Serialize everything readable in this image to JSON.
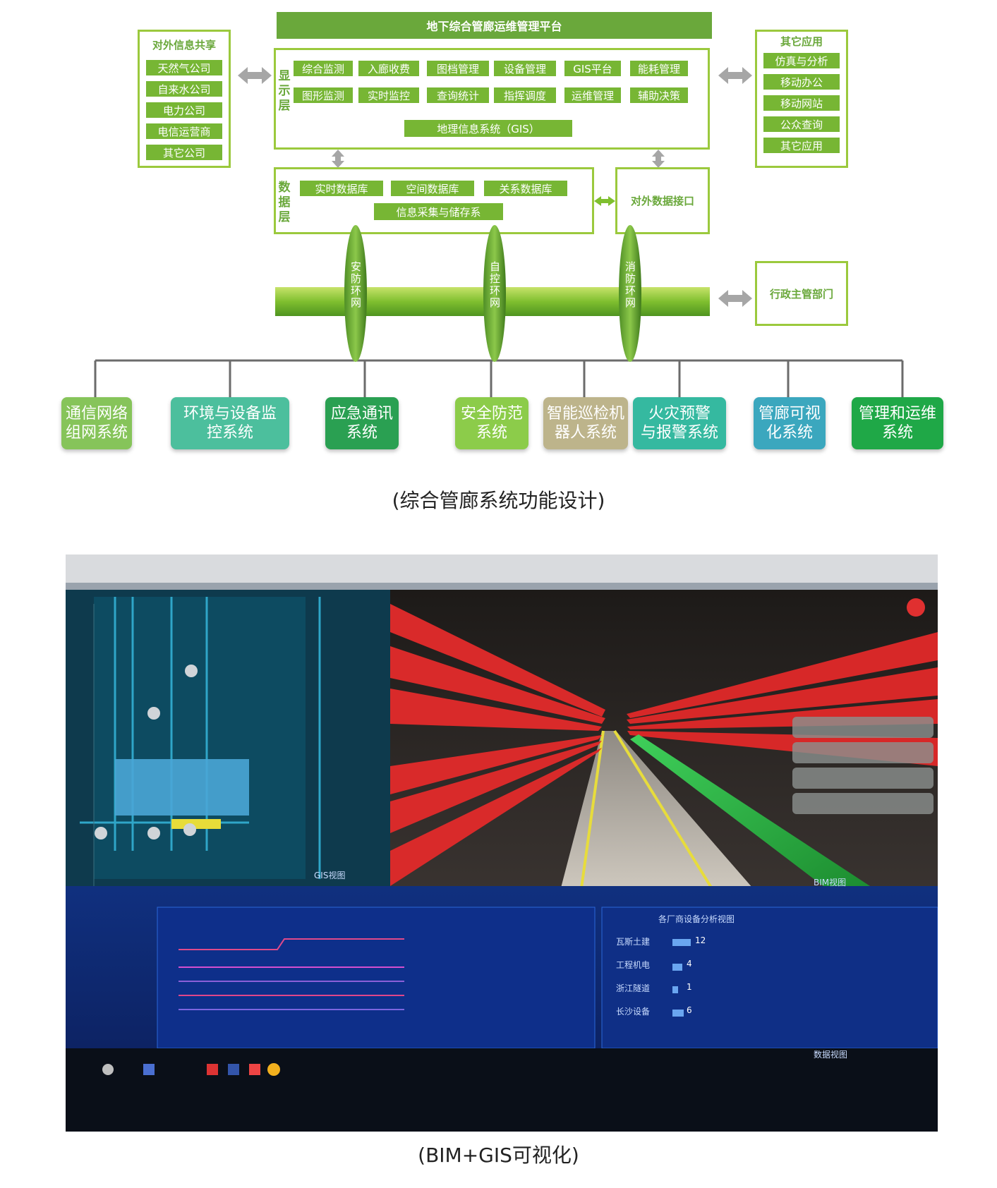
{
  "platform": {
    "title": "地下综合管廊运维管理平台",
    "display_layer_label": "显示层",
    "display_row1": [
      "综合监测",
      "入廊收费",
      "图档管理",
      "设备管理",
      "GIS平台",
      "能耗管理"
    ],
    "display_row2": [
      "图形监测",
      "实时监控",
      "查询统计",
      "指挥调度",
      "运维管理",
      "辅助决策"
    ],
    "gis_bar": "地理信息系统（GIS）",
    "data_layer_label": "数据层",
    "data_row": [
      "实时数据库",
      "空间数据库",
      "关系数据库"
    ],
    "data_collect": "信息采集与储存系",
    "external_interface": "对外数据接口"
  },
  "left_panel": {
    "title": "对外信息共享",
    "items": [
      "天然气公司",
      "自来水公司",
      "电力公司",
      "电信运营商",
      "其它公司"
    ]
  },
  "right_panel": {
    "title": "其它应用",
    "items": [
      "仿真与分析",
      "移动办公",
      "移动网站",
      "公众查询",
      "其它应用"
    ]
  },
  "admin_box": "行政主管部门",
  "rings": [
    "安防环网",
    "自控环网",
    "消防环网"
  ],
  "systems": [
    {
      "label": "通信网络组网系统",
      "color": "#86c45a"
    },
    {
      "label": "环境与设备监控系统",
      "color": "#4cbf9d"
    },
    {
      "label": "应急通讯系统",
      "color": "#2aa052"
    },
    {
      "label": "安全防范系统",
      "color": "#8ccc4a"
    },
    {
      "label": "智能巡检机器人系统",
      "color": "#bdb48b"
    },
    {
      "label": "火灾预警与报警系统",
      "color": "#35b9a0"
    },
    {
      "label": "管廊可视化系统",
      "color": "#3ba7be"
    },
    {
      "label": "管理和运维系统",
      "color": "#1fa847"
    }
  ],
  "captions": {
    "top": "(综合管廊系统功能设计)",
    "bottom": "(BIM+GIS可视化)"
  },
  "screenshot": {
    "gis_view_label": "GIS视图",
    "bim_view_label": "BIM视图",
    "data_view_label": "数据视图",
    "analysis_title": "各厂商设备分析视图",
    "vendors": [
      {
        "name": "瓦斯土建",
        "count": "12"
      },
      {
        "name": "工程机电",
        "count": "4"
      },
      {
        "name": "浙江隧道",
        "count": "1"
      },
      {
        "name": "长沙设备",
        "count": "6"
      }
    ]
  }
}
